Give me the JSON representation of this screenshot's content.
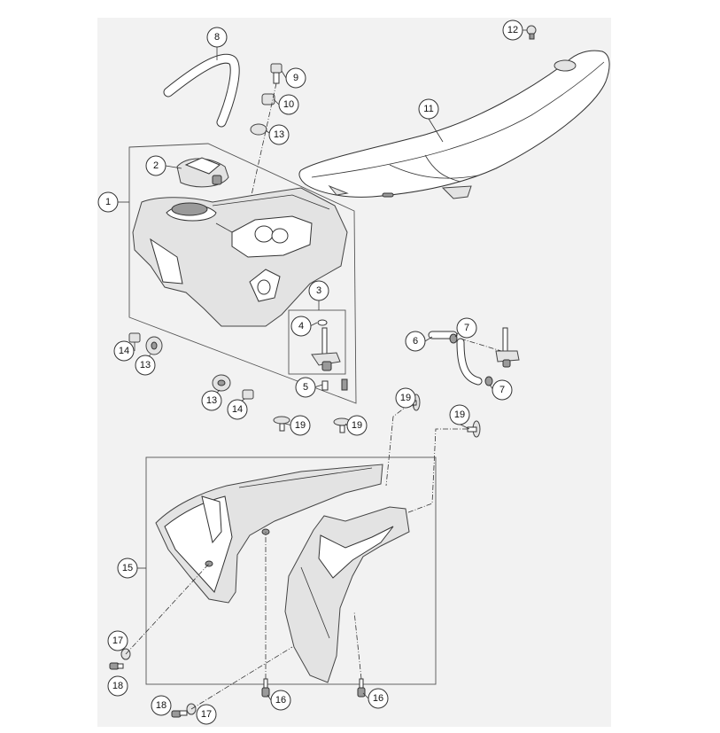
{
  "colors": {
    "background": "#ffffff",
    "paper": "#f2f2f2",
    "line": "#333333",
    "shade": "#e3e3e3"
  },
  "callouts": {
    "c1": "1",
    "c2": "2",
    "c3": "3",
    "c4": "4",
    "c5": "5",
    "c6": "6",
    "c7a": "7",
    "c7b": "7",
    "c8": "8",
    "c9": "9",
    "c10": "10",
    "c11": "11",
    "c12": "12",
    "c13a": "13",
    "c13b": "13",
    "c13c": "13",
    "c14a": "14",
    "c14b": "14",
    "c15": "15",
    "c16a": "16",
    "c16b": "16",
    "c17a": "17",
    "c17b": "17",
    "c18a": "18",
    "c18b": "18",
    "c19a": "19",
    "c19b": "19",
    "c19c": "19",
    "c19d": "19"
  },
  "parts": {
    "fuel_tank": "fuel-tank",
    "tank_cap": "tank-cap",
    "fuel_tap_assembly": "fuel-tap-assembly",
    "o_ring": "o-ring",
    "tap_screw": "tap-screw",
    "fuel_hose": "fuel-hose",
    "hose_clamp": "hose-clamp",
    "breather_hose": "breather-hose",
    "collar_bolt": "collar-bolt",
    "washer": "washer",
    "seat": "seat",
    "seat_fastener": "seat-fastener",
    "rubber_bushing": "rubber-bushing",
    "tank_bolt": "tank-bolt",
    "spoiler_set": "spoiler-set",
    "spoiler_bolt": "spoiler-bolt",
    "spoiler_washer": "spoiler-washer",
    "spoiler_screw": "spoiler-screw",
    "push_rivet": "push-rivet"
  }
}
